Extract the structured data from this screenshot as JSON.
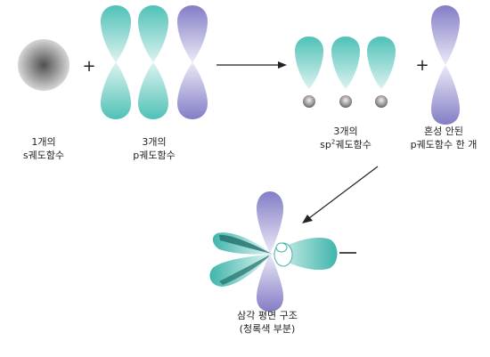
{
  "labels": {
    "s_count": "1개의",
    "s_name": "s궤도함수",
    "p_count": "3개의",
    "p_name": "p궤도함수",
    "sp2_count": "3개의",
    "sp2_prefix": "sp",
    "sp2_sup": "2",
    "sp2_suffix": "궤도함수",
    "unhybrid_line1": "혼성 안된",
    "unhybrid_line2": "p궤도함수 한 개",
    "result_line1": "삼각 평면 구조",
    "result_line2": "(청록색 부분)"
  },
  "symbols": {
    "plus": "+"
  },
  "colors": {
    "teal": "#5cc7be",
    "teal_dark": "#2a8f88",
    "purple": "#8d88cc",
    "purple_light": "#e8e6f6",
    "s_center": "#555555",
    "s_edge": "#d4d4d4",
    "arrow": "#222222"
  }
}
